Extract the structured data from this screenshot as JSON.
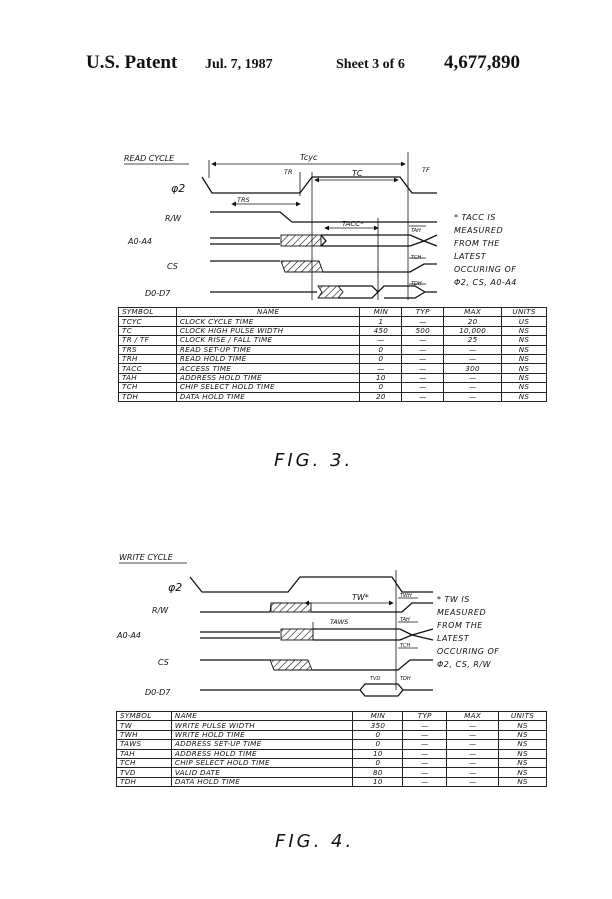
{
  "header": {
    "title": "U.S. Patent",
    "date": "Jul. 7, 1987",
    "sheet": "Sheet 3 of 6",
    "patent_number": "4,677,890"
  },
  "fig3": {
    "cycle_label": "READ CYCLE",
    "signals": [
      "φ2",
      "R/W",
      "A0-A4",
      "CS",
      "D0-D7"
    ],
    "timing_labels": [
      "Tcyc",
      "TR",
      "TF",
      "TC",
      "TRS",
      "TACC*",
      "TAH",
      "TCH",
      "TDH"
    ],
    "note": [
      "* TACC IS",
      "MEASURED",
      "FROM THE",
      "LATEST",
      "OCCURING OF",
      "φ2, CS, A0-A4"
    ],
    "table": {
      "headers": [
        "SYMBOL",
        "NAME",
        "MIN",
        "TYP",
        "MAX",
        "UNITS"
      ],
      "rows": [
        [
          "Tcyc",
          "CLOCK CYCLE TIME",
          "1",
          "—",
          "20",
          "US"
        ],
        [
          "Tc",
          "CLOCK HIGH PULSE WIDTH",
          "450",
          "500",
          "10,000",
          "nS"
        ],
        [
          "Tr / Tf",
          "CLOCK RISE / FALL TIME",
          "—",
          "—",
          "25",
          "nS"
        ],
        [
          "Trs",
          "READ SET-UP TIME",
          "0",
          "—",
          "—",
          "nS"
        ],
        [
          "Trh",
          "READ HOLD TIME",
          "0",
          "—",
          "—",
          "nS"
        ],
        [
          "Tacc",
          "ACCESS TIME",
          "—",
          "—",
          "300",
          "nS"
        ],
        [
          "Tah",
          "ADDRESS HOLD TIME",
          "10",
          "—",
          "—",
          "nS"
        ],
        [
          "Tch",
          "CHIP SELECT HOLD TIME",
          "0",
          "—",
          "—",
          "nS"
        ],
        [
          "Tdh",
          "DATA HOLD TIME",
          "20",
          "—",
          "—",
          "nS"
        ]
      ]
    },
    "caption": "FIG. 3."
  },
  "fig4": {
    "cycle_label": "WRITE CYCLE",
    "signals": [
      "φ2",
      "R/W",
      "A0-A4",
      "CS",
      "D0-D7"
    ],
    "timing_labels": [
      "TW*",
      "TWH",
      "TAWS",
      "TAH",
      "TCH",
      "TVD",
      "TDH"
    ],
    "note": [
      "* TW IS",
      "MEASURED",
      "FROM THE",
      "LATEST",
      "OCCURING OF",
      "φ2, CS, R/W"
    ],
    "table": {
      "headers": [
        "SYMBOL",
        "NAME",
        "MIN",
        "TYP",
        "MAX",
        "UNITS"
      ],
      "rows": [
        [
          "Tw",
          "WRITE PULSE WIDTH",
          "350",
          "—",
          "—",
          "nS"
        ],
        [
          "Twh",
          "WRITE HOLD TIME",
          "0",
          "—",
          "—",
          "nS"
        ],
        [
          "Taws",
          "ADDRESS SET-UP TIME",
          "0",
          "—",
          "—",
          "nS"
        ],
        [
          "Tah",
          "ADDRESS HOLD TIME",
          "10",
          "—",
          "—",
          "nS"
        ],
        [
          "Tch",
          "CHIP SELECT HOLD TIME",
          "0",
          "—",
          "—",
          "nS"
        ],
        [
          "Tvd",
          "VALID DATE",
          "80",
          "—",
          "—",
          "nS"
        ],
        [
          "Tdh",
          "DATA HOLD TIME",
          "10",
          "—",
          "—",
          "nS"
        ]
      ]
    },
    "caption": "FIG. 4."
  }
}
